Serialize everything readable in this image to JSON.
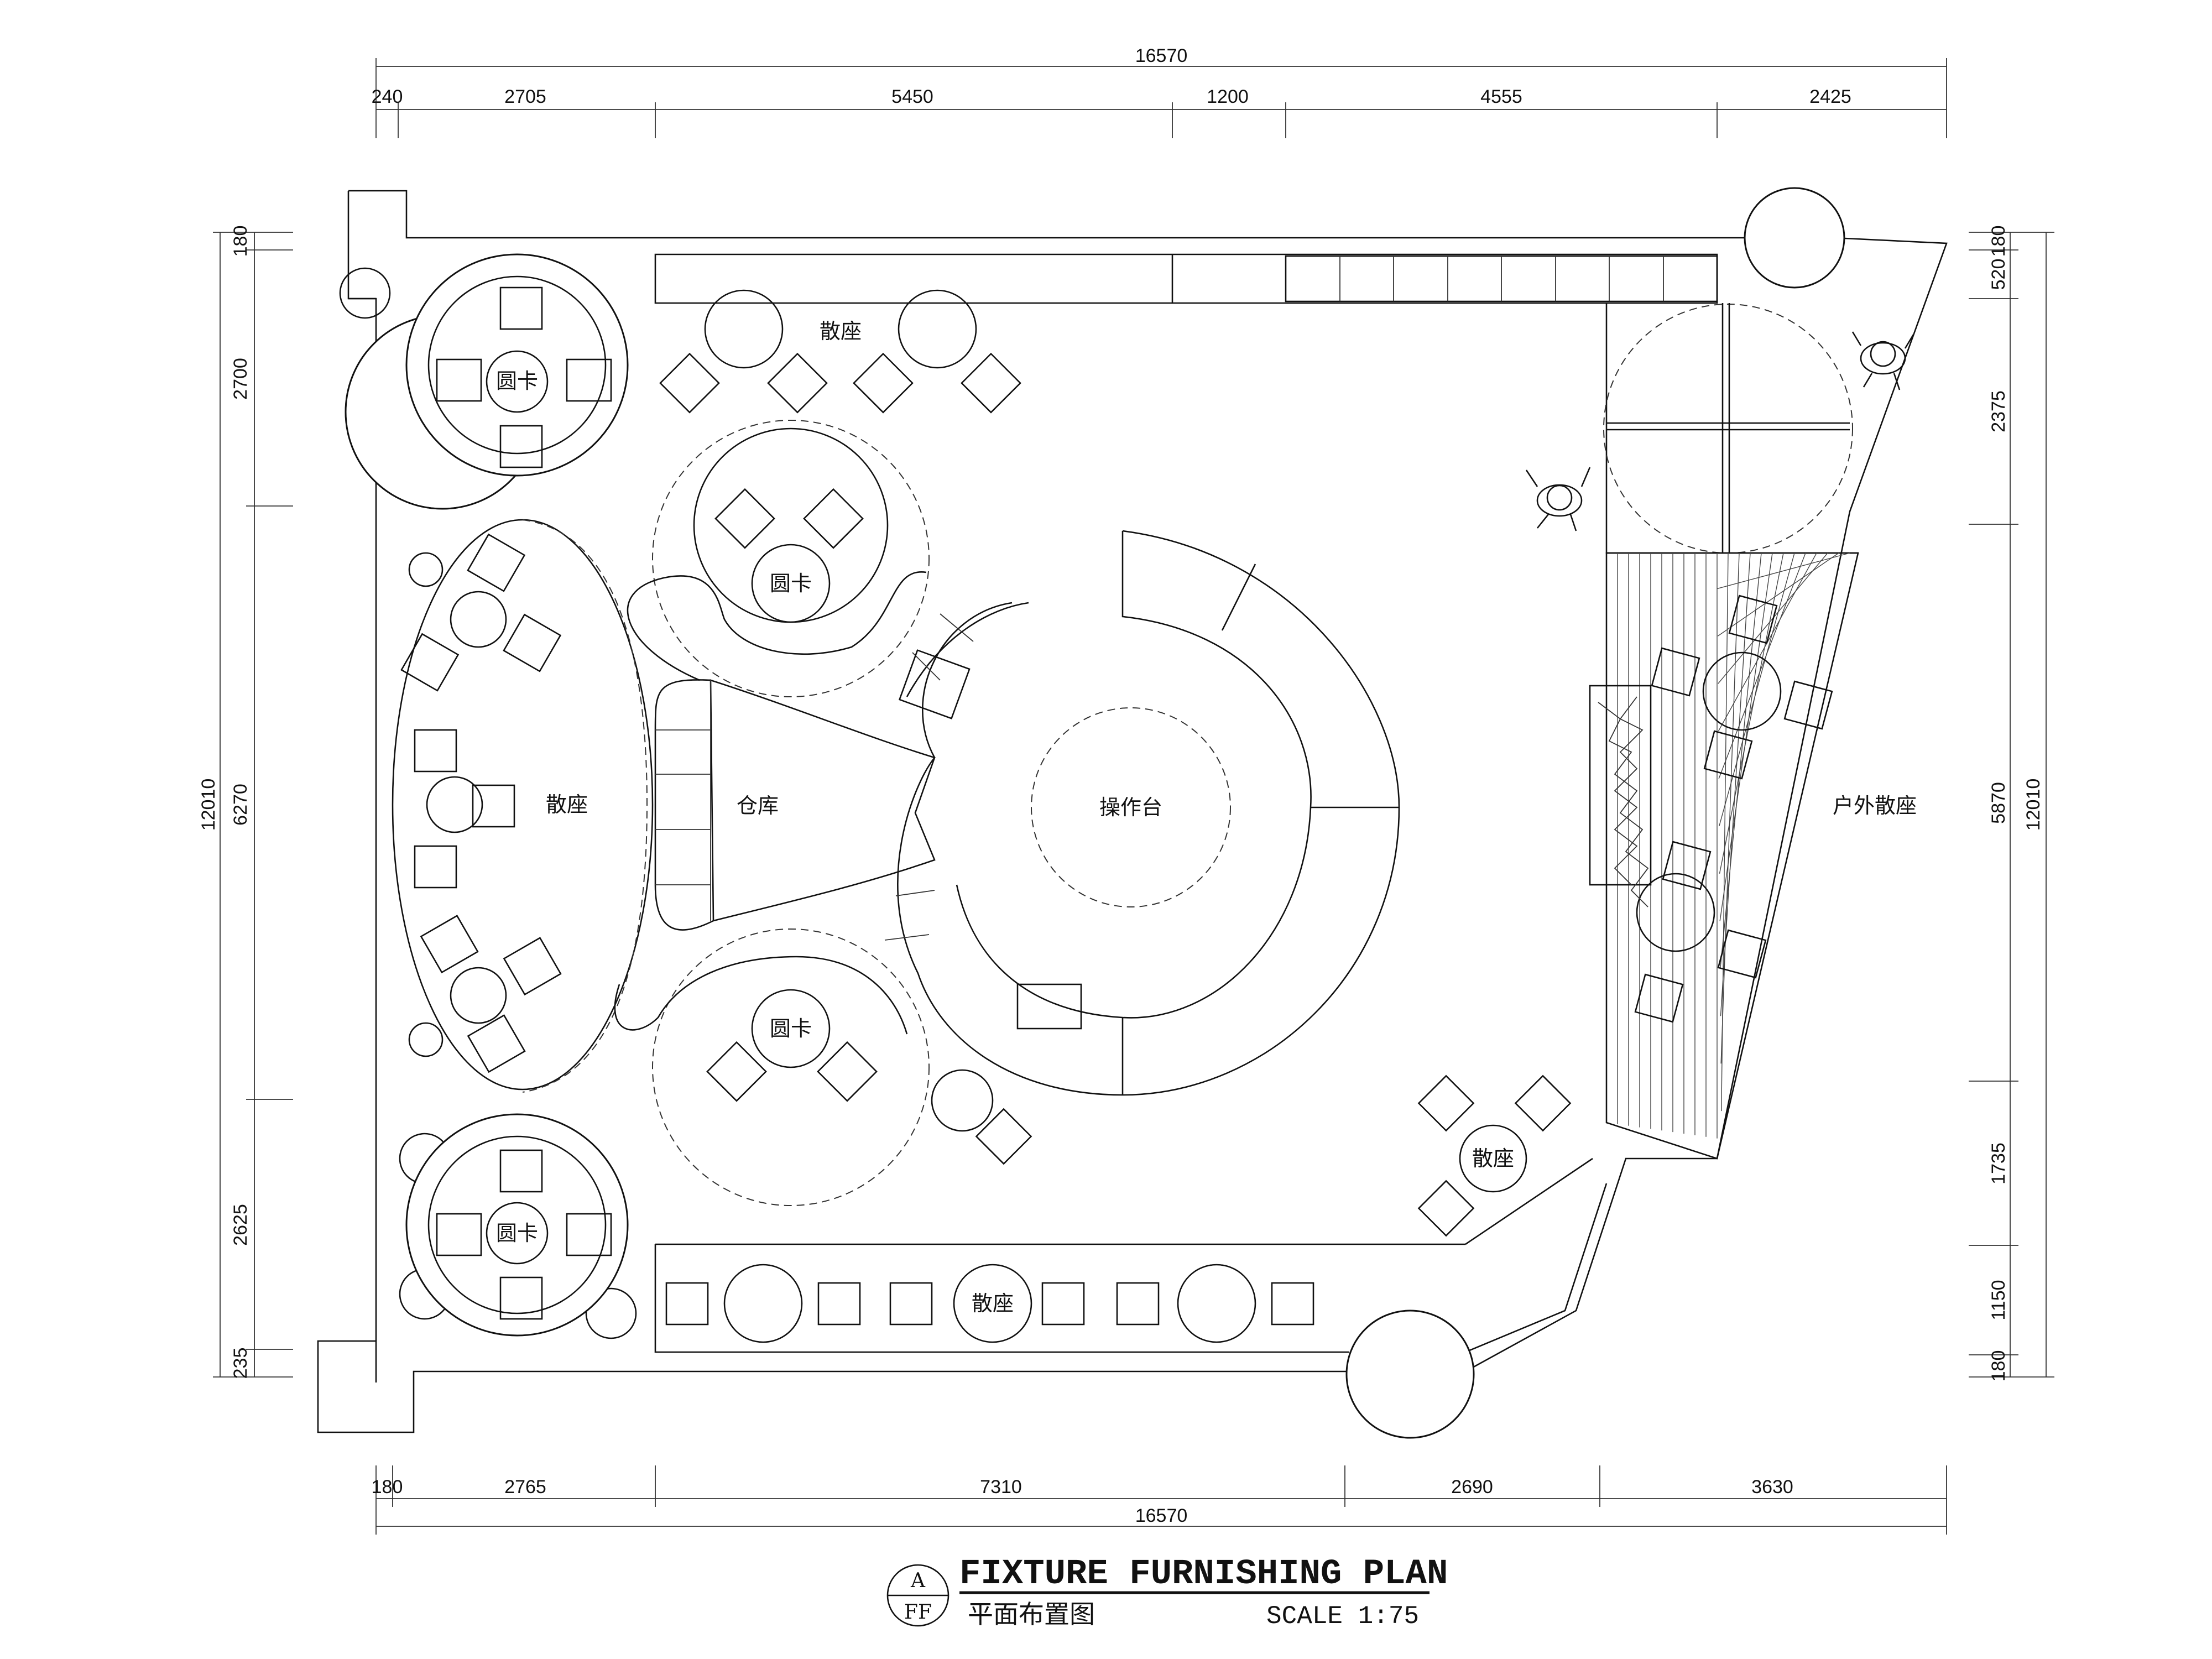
{
  "dimensions": {
    "top_total": "16570",
    "top_segments": [
      "240",
      "2705",
      "5450",
      "1200",
      "4555",
      "2425"
    ],
    "bottom_total": "16570",
    "bottom_segments": [
      "180",
      "2765",
      "7310",
      "2690",
      "3630"
    ],
    "left_total": "12010",
    "left_segments": [
      "180",
      "2700",
      "6270",
      "2625",
      "235"
    ],
    "right_total": "12010",
    "right_segments": [
      "180",
      "520",
      "2375",
      "5870",
      "1735",
      "1150",
      "180"
    ]
  },
  "labels": {
    "booth_top": "圆卡",
    "booth_bottom": "圆卡",
    "booth_center_top": "圆卡",
    "booth_center_bottom": "圆卡",
    "seating_top": "散座",
    "seating_left": "散座",
    "seating_bottom": "散座",
    "seating_right": "散座",
    "storage": "仓库",
    "counter": "操作台",
    "outdoor": "户外散座"
  },
  "title_block": {
    "tag_top": "A",
    "tag_bottom": "FF",
    "title": "FIXTURE FURNISHING PLAN",
    "subtitle": "平面布置图",
    "scale": "SCALE 1:75"
  }
}
